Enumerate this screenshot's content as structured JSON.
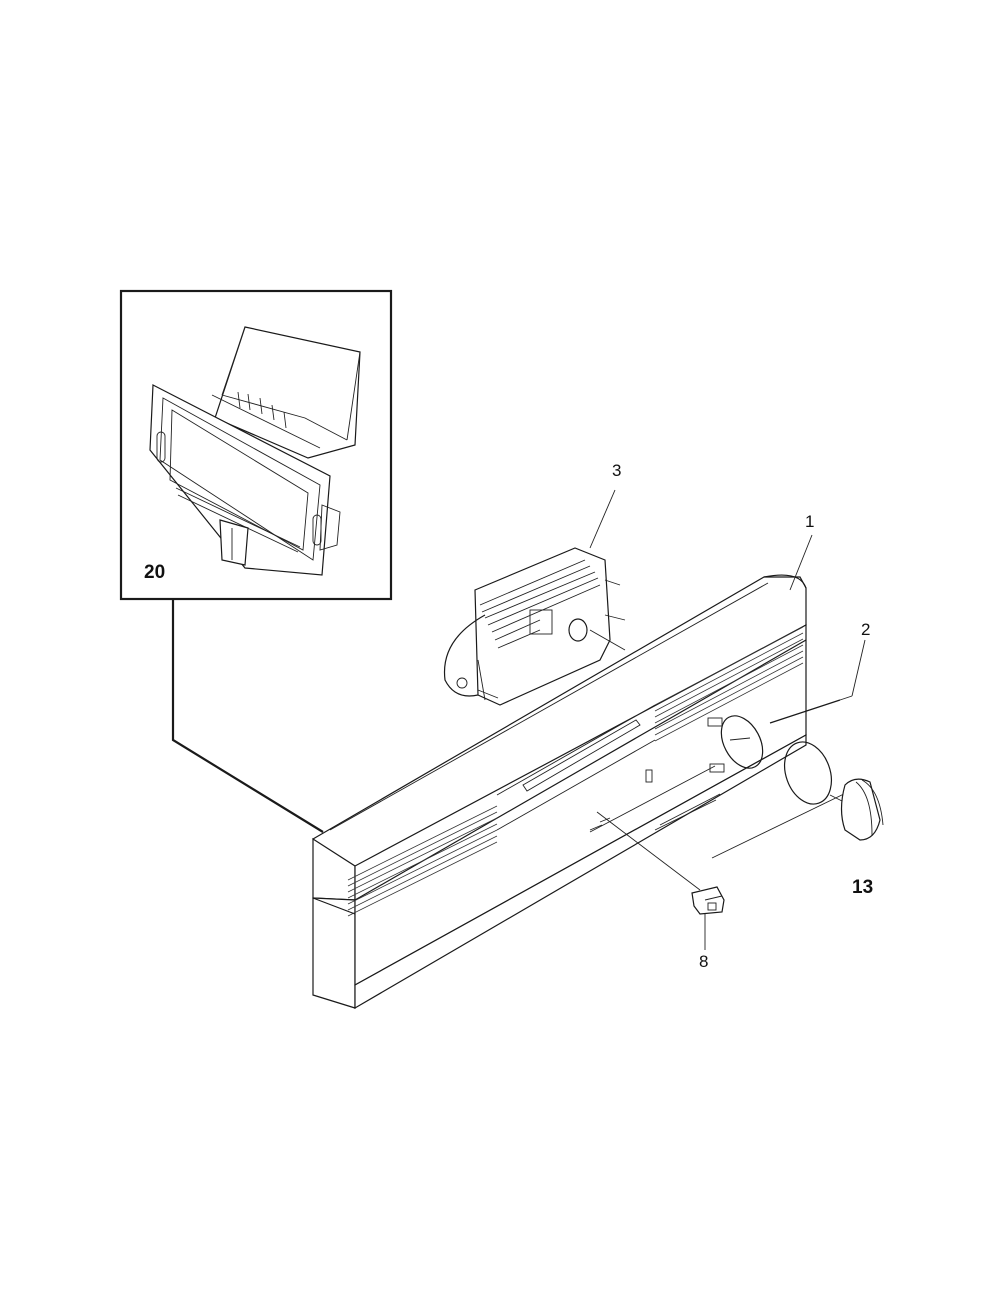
{
  "diagram": {
    "callouts": {
      "inset": "20",
      "panel": "1",
      "overlay": "2",
      "timer": "3",
      "button": "8",
      "knob": "13"
    }
  }
}
